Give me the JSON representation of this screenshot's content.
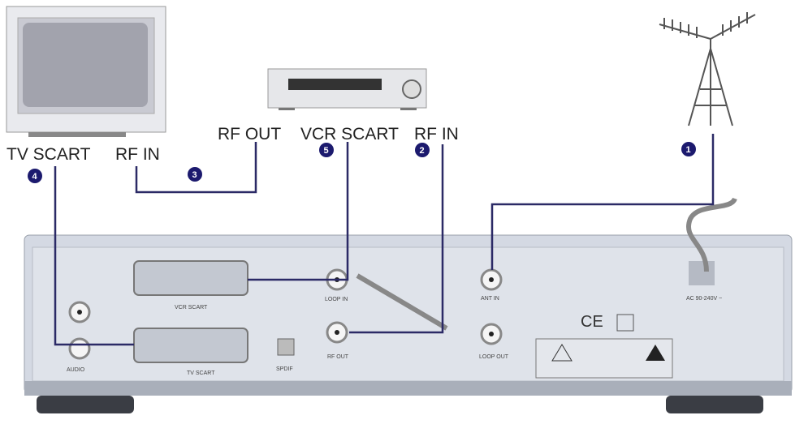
{
  "labels": {
    "tv_scart": "TV SCART",
    "tv_rf_in": "RF IN",
    "vcr_rf_out": "RF OUT",
    "vcr_scart": "VCR SCART",
    "vcr_rf_in": "RF IN"
  },
  "steps": [
    "1",
    "2",
    "3",
    "4",
    "5"
  ],
  "device_ports": {
    "vcr_scart": "VCR SCART",
    "tv_scart": "TV SCART",
    "loop_in": "LOOP IN",
    "rf_out": "RF OUT",
    "loop_out": "LOOP OUT",
    "ant_in": "ANT IN",
    "audio": "AUDIO",
    "spdif": "SPDIF",
    "power": "AC 90-240V ~"
  },
  "colors": {
    "wire": "#2b2a66",
    "badge": "#1c1a6e",
    "device": "#d4d9e3"
  }
}
